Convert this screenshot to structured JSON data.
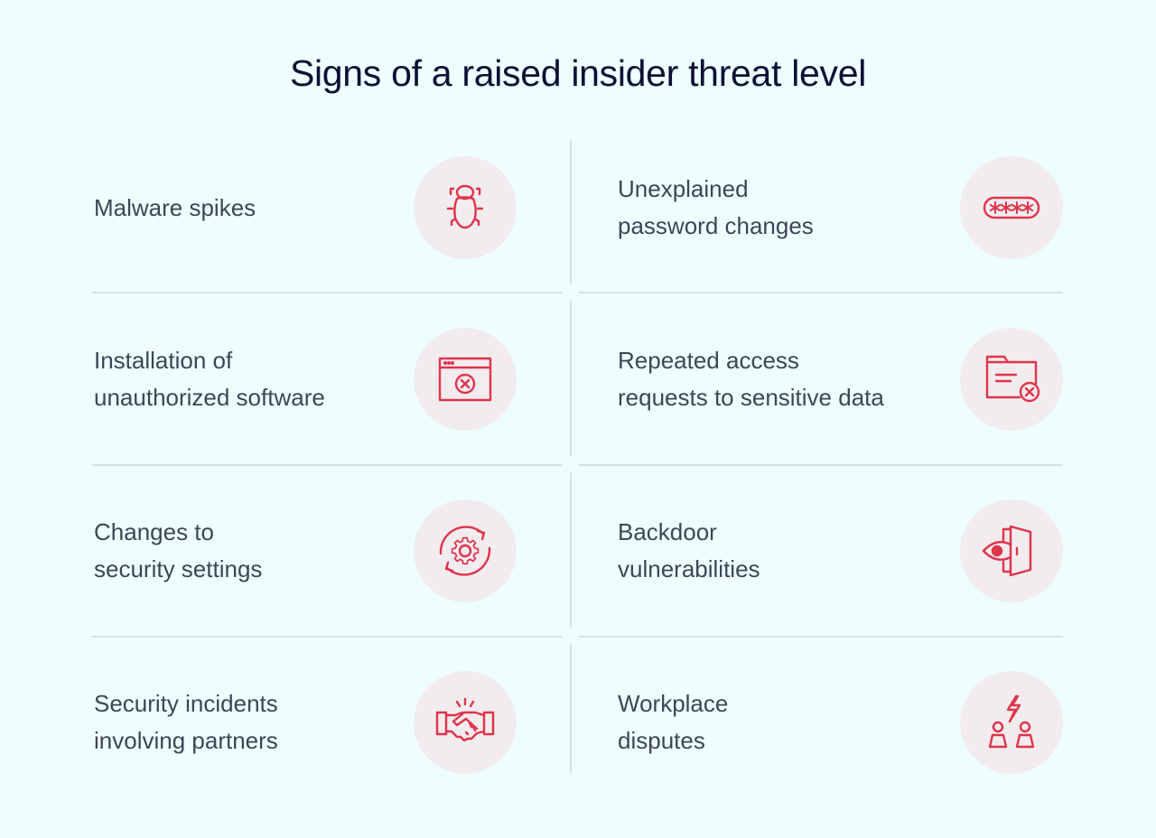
{
  "title": "Signs of a raised insider threat level",
  "colors": {
    "background": "#eefefe",
    "title": "#0c1033",
    "text": "#3d4656",
    "icon_stroke": "#e0344b",
    "icon_circle": "#f2ecef",
    "divider": "#d4e2e4"
  },
  "items": [
    {
      "label": "Malware spikes",
      "icon": "bug-icon"
    },
    {
      "label": "Unexplained\npassword changes",
      "icon": "password-icon"
    },
    {
      "label": "Installation of\nunauthorized software",
      "icon": "blocked-window-icon"
    },
    {
      "label": "Repeated access\nrequests to sensitive data",
      "icon": "denied-folder-icon"
    },
    {
      "label": "Changes to\nsecurity settings",
      "icon": "gear-sync-icon"
    },
    {
      "label": "Backdoor\nvulnerabilities",
      "icon": "eye-door-icon"
    },
    {
      "label": "Security incidents\ninvolving partners",
      "icon": "handshake-icon"
    },
    {
      "label": "Workplace\ndisputes",
      "icon": "conflict-people-icon"
    }
  ]
}
